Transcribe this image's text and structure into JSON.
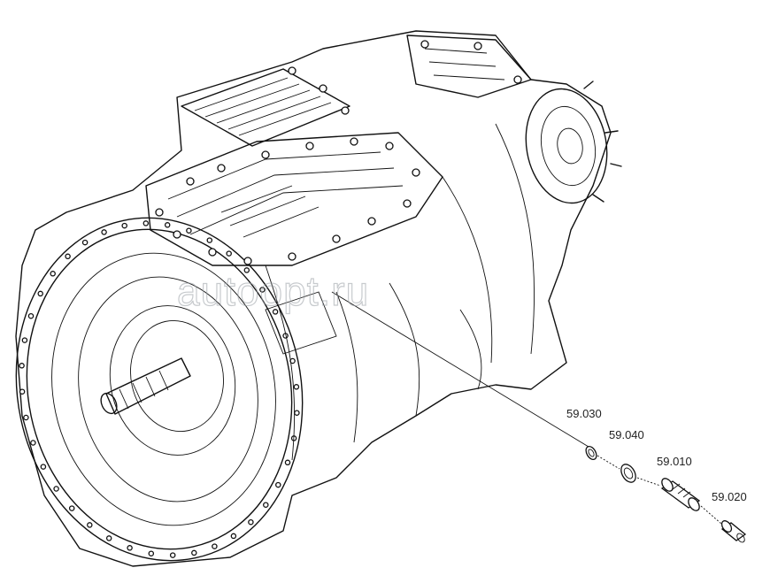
{
  "diagram": {
    "watermark": "autoopt.ru",
    "callouts": [
      {
        "id": "59.030",
        "label": "59.030"
      },
      {
        "id": "59.040",
        "label": "59.040"
      },
      {
        "id": "59.010",
        "label": "59.010"
      },
      {
        "id": "59.020",
        "label": "59.020"
      }
    ],
    "icons": {
      "transmission": "transmission-assembly-drawing",
      "oring": "o-ring-seal-icon",
      "washer": "sealing-washer-icon",
      "sensor": "threaded-sensor-icon",
      "plug": "screw-plug-icon"
    }
  }
}
